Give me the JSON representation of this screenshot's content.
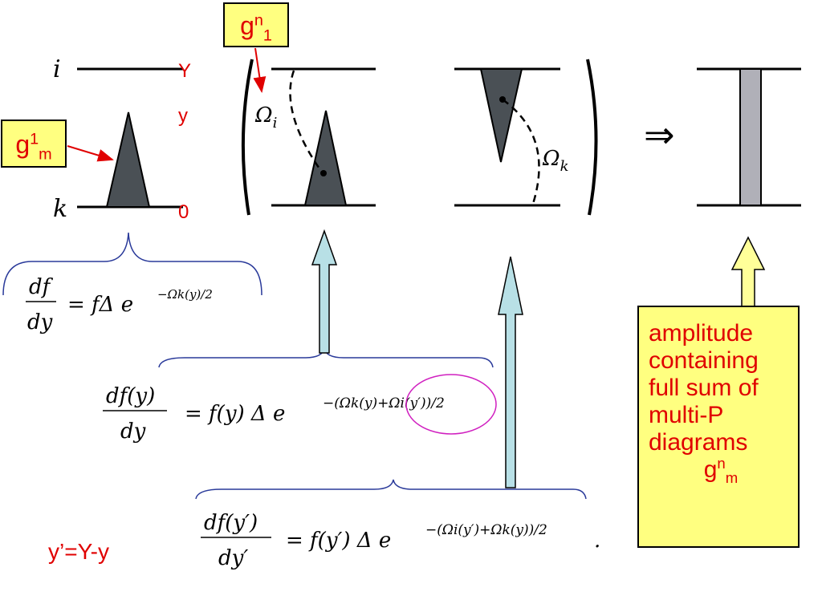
{
  "labels": {
    "top_box_base": "g",
    "top_box_sup": "n",
    "top_box_sub": "1",
    "left_box_base": "g",
    "left_box_sup": "1",
    "left_box_sub": "m",
    "row_i": "i",
    "row_k": "k",
    "rap_Y": "Y",
    "rap_y": "y",
    "rap_0": "0",
    "omega_i": "Ω",
    "omega_i_sub": "i",
    "omega_k": "Ω",
    "omega_k_sub": "k",
    "implies": "⇒"
  },
  "equations": {
    "eq1_num": "df",
    "eq1_den": "dy",
    "eq1_rhs": "=  fΔ e",
    "eq1_exp": "−Ωk(y)/2",
    "eq2_num": "df(y)",
    "eq2_den": "dy",
    "eq2_rhs": "=  f(y) Δ e",
    "eq2_exp": "−(Ωk(y)+Ωi(y′))/2",
    "eq3_num": "df(y′)",
    "eq3_den": "dy′",
    "eq3_rhs": "=  f(y′) Δ e",
    "eq3_exp": "−(Ωi(y′)+Ωk(y))/2",
    "eq3_end": "."
  },
  "amplitude_box": {
    "lines": [
      "amplitude",
      "containing",
      "full sum of",
      "multi-P",
      "diagrams"
    ],
    "g_base": "g",
    "g_sup": "n",
    "g_sub": "m"
  },
  "relation": "y’=Y-y",
  "colors": {
    "red": "#e00000",
    "yellow_box": "#ffff80",
    "triangle_fill": "#4a5055",
    "cyan_arrow": "#b8e0e6",
    "yellow_arrow": "#ffff99",
    "gray_bar": "#b0b0b8",
    "brace_blue": "#2a3a9a",
    "ellipse_magenta": "#d020c0"
  }
}
